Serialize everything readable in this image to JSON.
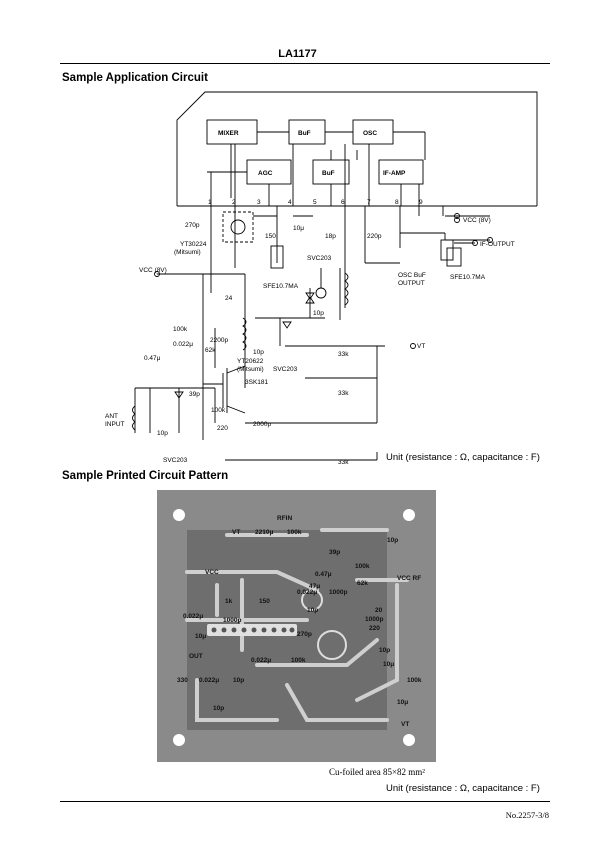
{
  "header": {
    "title": "LA1177"
  },
  "sections": {
    "app_circuit_title": "Sample Application Circuit",
    "pcb_title": "Sample Printed Circuit Pattern"
  },
  "circuit": {
    "blocks": {
      "mixer": "MIXER",
      "buf1": "BuF",
      "osc": "OSC",
      "agc": "AGC",
      "buf2": "BuF",
      "ifamp": "IF-AMP"
    },
    "pins": [
      "1",
      "2",
      "3",
      "4",
      "5",
      "6",
      "7",
      "8",
      "9"
    ],
    "labels": {
      "c270p": "270p",
      "yt30224": "YT30224",
      "mitsumi1": "(Mitsumi)",
      "r150": "150",
      "c10u": "10μ",
      "c18p": "18p",
      "c220p": "220p",
      "vcc_right": "VCC (8V)",
      "if_output": "IF-OUTPUT",
      "sfe_right": "SFE10.7MA",
      "vcc_left": "VCC (8V)",
      "sfe_mid": "SFE10.7MA",
      "svc203a": "SVC203",
      "c10p_a": "10p",
      "osc_buf": "OSC BuF",
      "output": "OUTPUT",
      "l24": "24",
      "r100k_a": "100k",
      "c0022": "0.022μ",
      "r62k": "62k",
      "c047": "0.47μ",
      "c2200p": "2200p",
      "c10p_b": "10p",
      "yt20622": "YT20622",
      "mitsumi2": "(Mitsumi)",
      "svc203b": "SVC203",
      "q3sk181": "3SK181",
      "r33k_1": "33k",
      "r33k_2": "33k",
      "r33k_3": "33k",
      "vt": "VT",
      "ant": "ANT",
      "input": "INPUT",
      "c39p": "39p",
      "r100k_b": "100k",
      "r220": "220",
      "c2000p": "2000p",
      "c10p_c": "10p",
      "svc203c": "SVC203"
    },
    "unit_note": "Unit (resistance : Ω, capacitance : F)"
  },
  "pcb": {
    "labels": {
      "vt": "VT",
      "rfin": "RFIN",
      "c2210u": "2210μ",
      "r100k_a": "100k",
      "c10p_a": "10p",
      "c39p": "39p",
      "vcc": "VCC",
      "r100k_b": "100k",
      "c047": "0.47μ",
      "r62k": "62k",
      "vccrf": "VCC RF",
      "c047b": "47μ",
      "c0022a": "0.022μ",
      "c1000p_a": "1000p",
      "r1k": "1k",
      "r150": "150",
      "c0022b": "0.022μ",
      "c1000p_b": "1000p",
      "c10u_a": "10μ",
      "c10p_b": "10p",
      "c20": "20",
      "c1000p_c": "1000p",
      "r220": "220",
      "c270p": "270p",
      "out": "OUT",
      "c0022c": "0.022μ",
      "r100k_c": "100k",
      "c0022d": "0.022μ",
      "r330": "330",
      "c10p_c": "10p",
      "c10u_b": "10μ",
      "r100k_d": "100k",
      "c10u_c": "10μ",
      "vt2": "VT",
      "c10p_d": "10p",
      "c22p": "10p"
    },
    "caption": "Cu-foiled area 85×82 mm²",
    "unit_note": "Unit (resistance : Ω, capacitance : F)"
  },
  "footer": {
    "page_no": "No.2257-3/8"
  }
}
